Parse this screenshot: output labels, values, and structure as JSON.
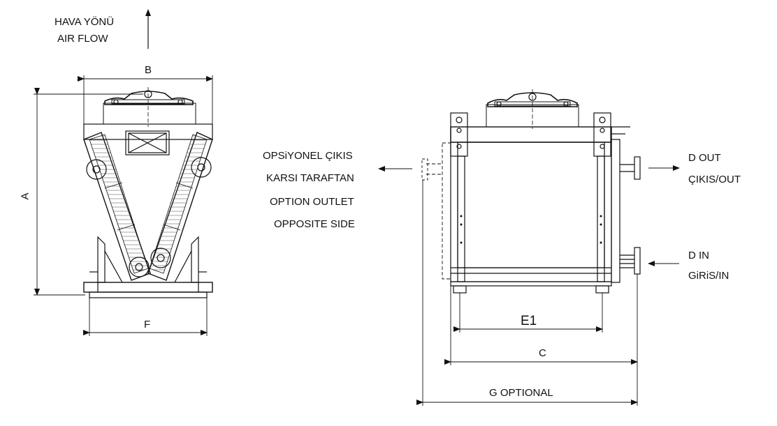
{
  "air_flow": {
    "tr": "HAVA YÖNÜ",
    "en": "AIR FLOW"
  },
  "dimensions": {
    "A": "A",
    "B": "B",
    "F": "F",
    "E1": "E1",
    "C": "C",
    "G": "G  OPTIONAL"
  },
  "option_outlet": {
    "line1": "OPSiYONEL ÇIKIS",
    "line2": "KARSI TARAFTAN",
    "line3": "OPTION OUTLET",
    "line4": "OPPOSITE SIDE"
  },
  "outlet": {
    "line1": "D OUT",
    "line2": "ÇIKIS/OUT"
  },
  "inlet": {
    "line1": "D IN",
    "line2": "GiRiS/IN"
  }
}
